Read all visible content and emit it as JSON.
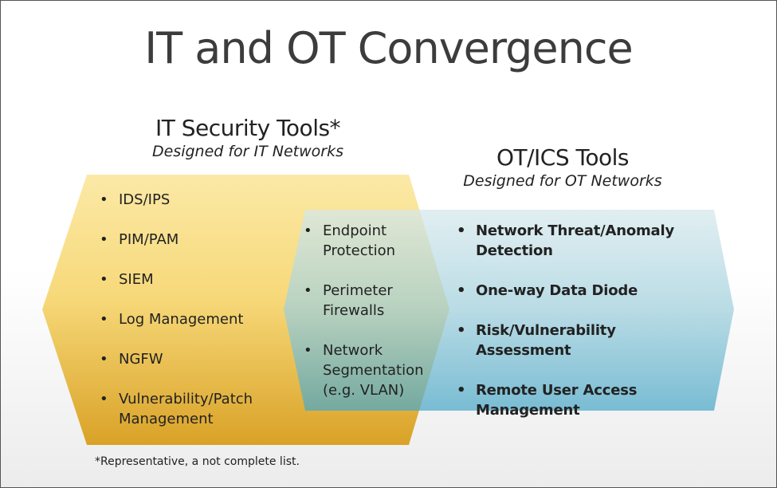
{
  "title": "IT and OT Convergence",
  "it_section": {
    "heading": "IT Security Tools*",
    "subheading": "Designed for IT Networks",
    "items": [
      "IDS/IPS",
      "PIM/PAM",
      "SIEM",
      "Log Management",
      "NGFW",
      "Vulnerability/Patch Management"
    ]
  },
  "ot_section": {
    "heading": "OT/ICS Tools",
    "subheading": "Designed for OT Networks",
    "items": [
      "Network Threat/Anomaly Detection",
      "One-way Data Diode",
      "Risk/Vulnerability Assessment",
      "Remote User Access Management"
    ]
  },
  "overlap": {
    "items": [
      "Endpoint Protection",
      "Perimeter Firewalls",
      "Network Segmentation (e.g. VLAN)"
    ]
  },
  "footnote": "*Representative, a not complete list.",
  "colors": {
    "it_top": "#fbe9a6",
    "it_bottom": "#d9a227",
    "ot_top": "#d6e8ec",
    "ot_bottom": "#4aa7c7"
  }
}
